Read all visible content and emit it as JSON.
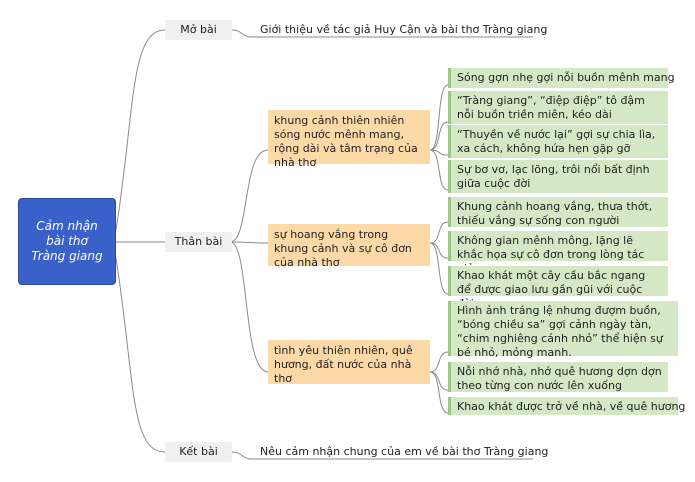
{
  "root": {
    "label": "Cảm nhận bài thơ Tràng giang"
  },
  "mo_bai": {
    "label": "Mở bài",
    "text": "Giới thiệu về tác giả Huy Cận và bài thơ Tràng giang"
  },
  "than_bai": {
    "label": "Thân bài",
    "groups": [
      {
        "text": "khung cảnh thiên nhiên sóng nước mênh mang, rộng dài và tâm trạng của nhà thơ",
        "leaves": [
          "Sóng gợn nhẹ gợi nỗi buồn mênh mang",
          "“Tràng giang”, “điệp điệp” tô đậm nỗi buồn triền miên, kéo dài",
          "“Thuyền về nước lại” gợi sự chia lìa, xa cách, không hứa hẹn gặp gỡ",
          "Sự bơ vơ, lạc lõng, trôi nổi bất định giữa cuộc đời"
        ]
      },
      {
        "text": "sự hoang vắng trong khung cảnh và sự cô đơn của nhà thơ",
        "leaves": [
          "Khung cảnh hoang vắng, thưa thớt, thiếu vắng sự sống con người",
          "Không gian mênh mông, lặng lẽ khắc họa sự cô đơn trong lòng tác giả",
          "Khao khát một cây cầu bắc ngang để được giao lưu gần gũi với cuộc đời"
        ]
      },
      {
        "text": "tình yêu thiên nhiên, quê hương, đất nước của nhà thơ",
        "leaves": [
          "Hình ảnh tráng lệ nhưng đượm buồn, “bóng chiều sa” gợi cảnh ngày tàn, “chim nghiêng cánh nhỏ” thể hiện sự bé nhỏ, mỏng manh.",
          "Nỗi nhớ nhà, nhớ quê hương dợn dợn theo từng con nước lên xuống",
          "Khao khát được trở về nhà, về quê hương"
        ]
      }
    ]
  },
  "ket_bai": {
    "label": "Kết bài",
    "text": "Nêu cảm nhận chung của em về bài thơ Tràng giang"
  },
  "colors": {
    "root": "#3a61c9",
    "branch": "#f0f0f0",
    "group": "#fdd9a7",
    "leaf": "#d5e8c6",
    "line": "#8a8a8a"
  }
}
